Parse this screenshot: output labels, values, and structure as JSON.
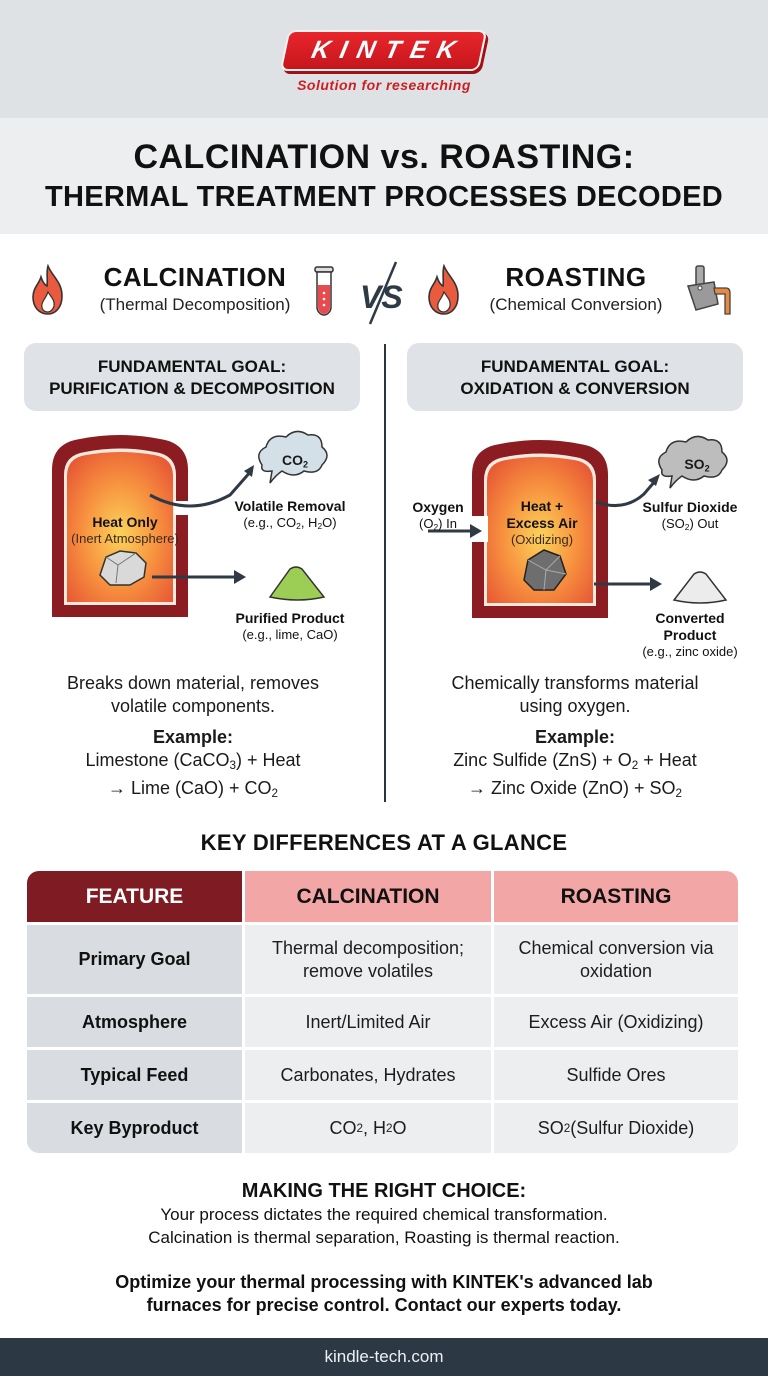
{
  "brand": {
    "logo_text": "KINTEK",
    "tagline": "Solution for researching",
    "color_primary": "#d42027"
  },
  "title": {
    "line1": "CALCINATION vs. ROASTING:",
    "line2": "THERMAL TREATMENT PROCESSES DECODED"
  },
  "vs_label": "VS",
  "calcination": {
    "name": "CALCINATION",
    "subtitle": "(Thermal Decomposition)",
    "icon": "test-tube-icon",
    "goal_line1": "FUNDAMENTAL GOAL:",
    "goal_line2": "PURIFICATION & DECOMPOSITION",
    "furnace_title": "Heat Only",
    "furnace_sub": "(Inert Atmosphere)",
    "gas_cloud": "CO2",
    "volatile_title": "Volatile Removal",
    "volatile_sub": "(e.g., CO2, H2O)",
    "product_title": "Purified Product",
    "product_sub": "(e.g., lime, CaO)",
    "desc_line1": "Breaks down material, removes",
    "desc_line2": "volatile components.",
    "example_heading": "Example:",
    "example_line1": "Limestone (CaCO3) + Heat",
    "example_line2": "→ Lime (CaO) + CO2"
  },
  "roasting": {
    "name": "ROASTING",
    "subtitle": "(Chemical Conversion)",
    "icon": "crucible-pour-icon",
    "goal_line1": "FUNDAMENTAL GOAL:",
    "goal_line2": "OXIDATION & CONVERSION",
    "oxygen_title": "Oxygen",
    "oxygen_sub": "(O2) In",
    "furnace_title_1": "Heat +",
    "furnace_title_2": "Excess Air",
    "furnace_sub": "(Oxidizing)",
    "gas_cloud": "SO2",
    "gas_title": "Sulfur Dioxide",
    "gas_sub": "(SO2) Out",
    "product_title_1": "Converted",
    "product_title_2": "Product",
    "product_sub": "(e.g., zinc oxide)",
    "desc_line1": "Chemically transforms material",
    "desc_line2": "using oxygen.",
    "example_heading": "Example:",
    "example_line1": "Zinc Sulfide (ZnS) + O2 + Heat",
    "example_line2": "→ Zinc Oxide (ZnO) + SO2"
  },
  "key_differences": {
    "title": "KEY DIFFERENCES AT A GLANCE",
    "headers": [
      "FEATURE",
      "CALCINATION",
      "ROASTING"
    ],
    "rows": [
      {
        "feature": "Primary Goal",
        "calcination": "Thermal decomposition; remove volatiles",
        "roasting": "Chemical conversion via oxidation"
      },
      {
        "feature": "Atmosphere",
        "calcination": "Inert/Limited Air",
        "roasting": "Excess Air (Oxidizing)"
      },
      {
        "feature": "Typical Feed",
        "calcination": "Carbonates, Hydrates",
        "roasting": "Sulfide Ores"
      },
      {
        "feature": "Key Byproduct",
        "calcination": "CO2, H2O",
        "roasting": "SO2 (Sulfur Dioxide)"
      }
    ]
  },
  "choice": {
    "title": "MAKING THE RIGHT CHOICE:",
    "line1": "Your process dictates the required chemical transformation.",
    "line2": "Calcination is thermal separation, Roasting is thermal reaction.",
    "cta_line1": "Optimize your thermal processing with KINTEK's advanced lab",
    "cta_line2": "furnaces for precise control. Contact our experts today."
  },
  "footer": {
    "url": "kindle-tech.com"
  }
}
